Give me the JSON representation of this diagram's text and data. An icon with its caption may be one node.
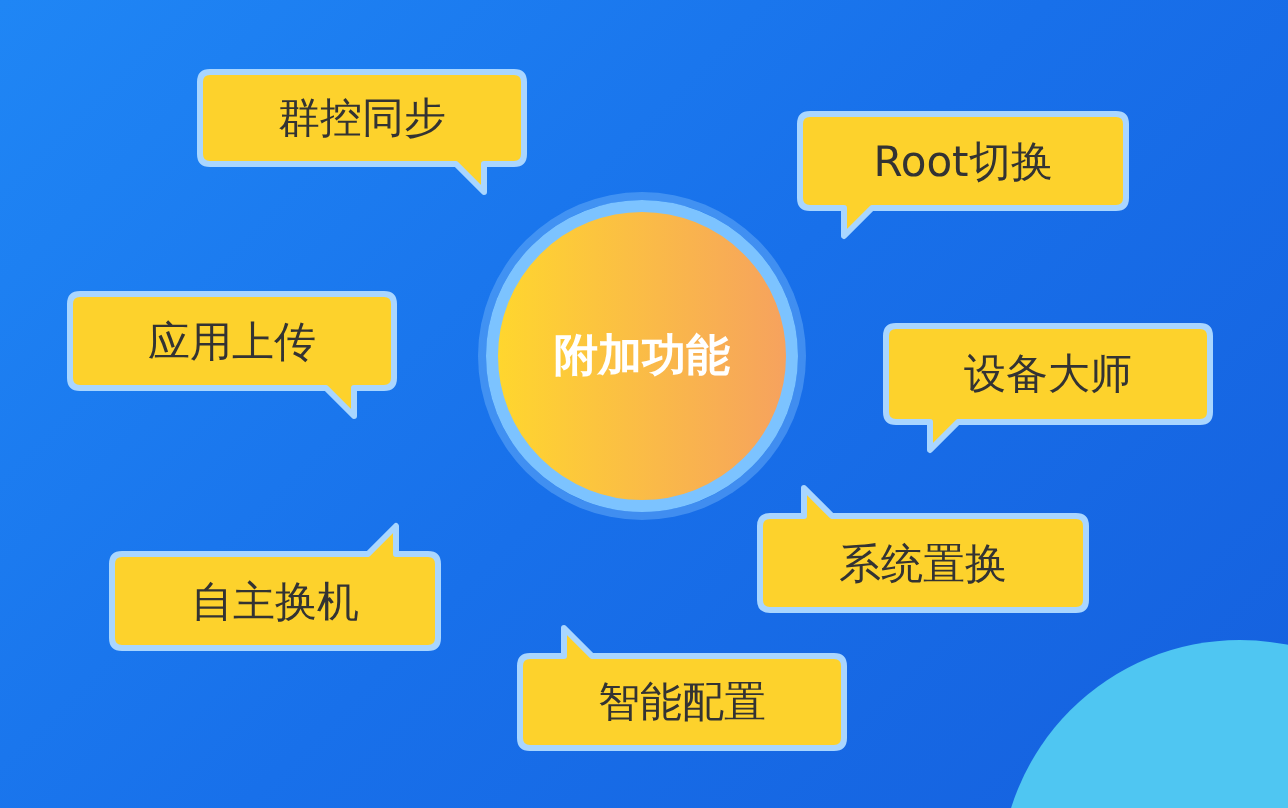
{
  "diagram": {
    "nodes": [
      {
        "text": [
          "附加功能"
        ]
      },
      {
        "text": [
          "群控同步"
        ]
      },
      {
        "text": [
          "Root切换"
        ]
      },
      {
        "text": [
          "应用上传"
        ]
      },
      {
        "text": [
          "设备大师"
        ]
      },
      {
        "text": [
          "自主换机"
        ]
      },
      {
        "text": [
          "系统置换"
        ]
      },
      {
        "text": [
          "智能配置"
        ]
      }
    ]
  }
}
